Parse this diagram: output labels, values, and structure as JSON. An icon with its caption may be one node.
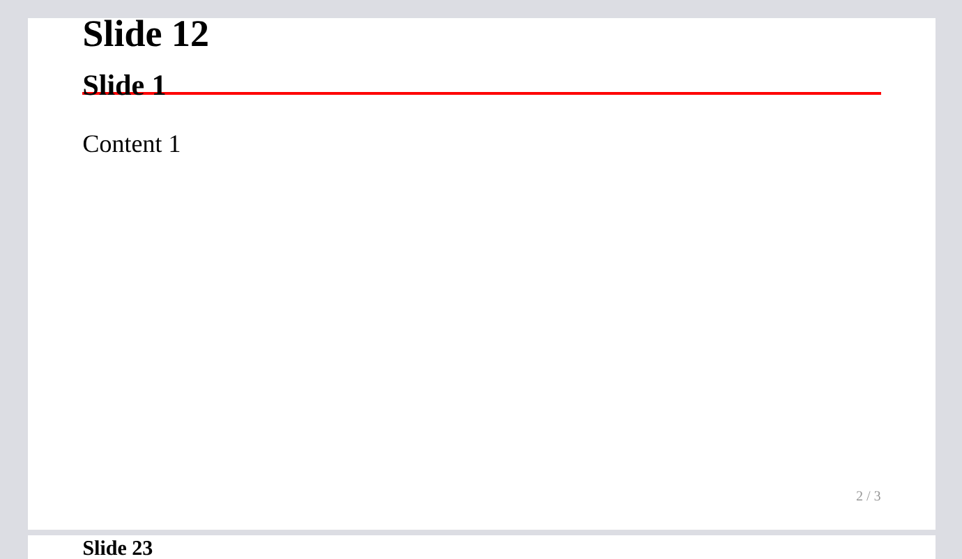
{
  "diagram": {
    "labels": [
      "Slide 12",
      "Slide 1",
      "Content 1",
      "2 / 3",
      "Slide 23"
    ]
  }
}
